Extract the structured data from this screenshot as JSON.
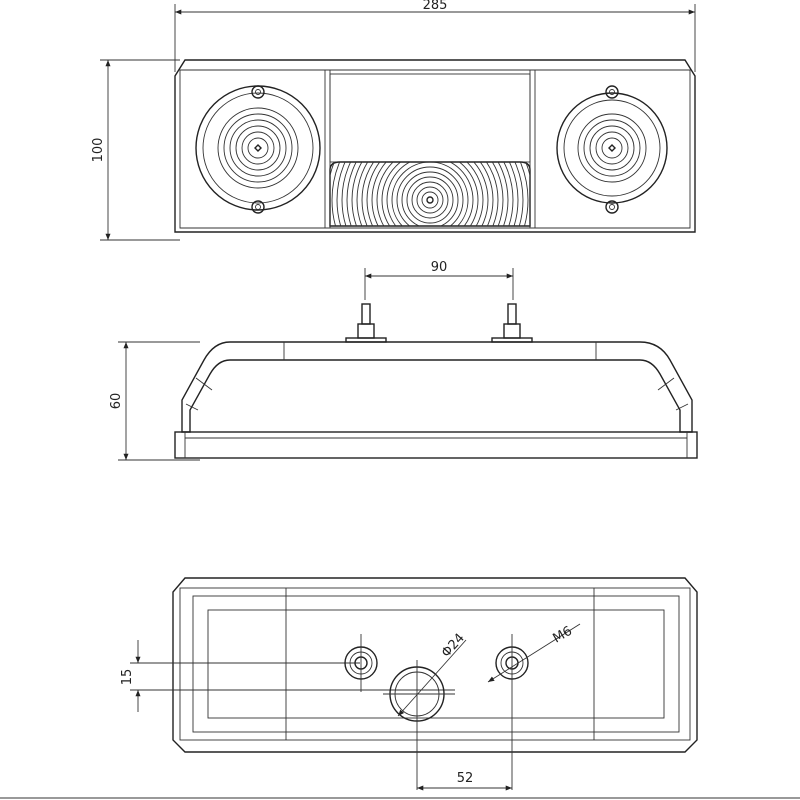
{
  "front_view": {
    "width_dim": "285",
    "height_dim": "100"
  },
  "side_view": {
    "stud_spacing_dim": "90",
    "height_dim": "60"
  },
  "rear_view": {
    "offset_dim": "15",
    "hole_diameter_dim": "Φ24",
    "thread_dim": "M6",
    "spacing_dim": "52"
  }
}
